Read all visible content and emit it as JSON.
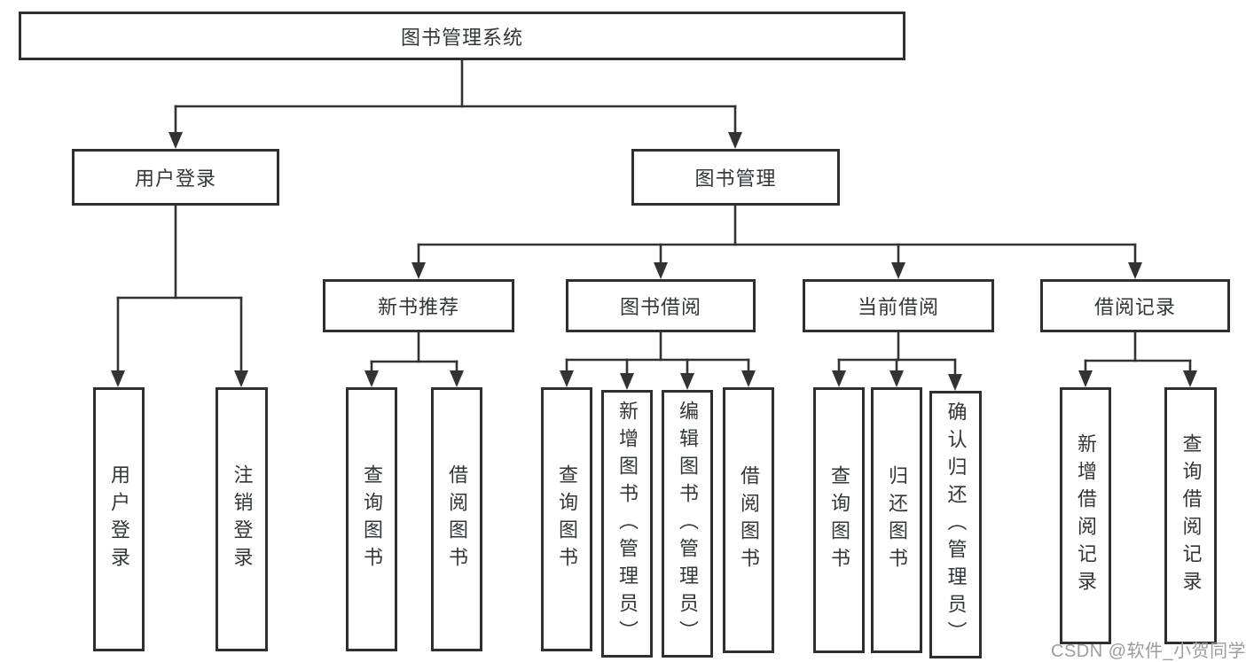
{
  "tree": {
    "root": "图书管理系统",
    "branches": [
      {
        "label": "用户登录",
        "children": [
          {
            "label": "用户登录"
          },
          {
            "label": "注销登录"
          }
        ]
      },
      {
        "label": "图书管理",
        "children": [
          {
            "label": "新书推荐",
            "children": [
              {
                "label": "查询图书"
              },
              {
                "label": "借阅图书"
              }
            ]
          },
          {
            "label": "图书借阅",
            "children": [
              {
                "label": "查询图书"
              },
              {
                "label": "新增图书（管理员）"
              },
              {
                "label": "编辑图书（管理员）"
              },
              {
                "label": "借阅图书"
              }
            ]
          },
          {
            "label": "当前借阅",
            "children": [
              {
                "label": "查询图书"
              },
              {
                "label": "归还图书"
              },
              {
                "label": "确认归还（管理员）"
              }
            ]
          },
          {
            "label": "借阅记录",
            "children": [
              {
                "label": "新增借阅记录"
              },
              {
                "label": "查询借阅记录"
              }
            ]
          }
        ]
      }
    ]
  },
  "watermark": "CSDN @软件_小贺同学",
  "colors": {
    "line": "#333333",
    "box_border": "#2f2f2f",
    "text": "#333639",
    "watermark": "#9c9c9c",
    "background": "#ffffff"
  }
}
